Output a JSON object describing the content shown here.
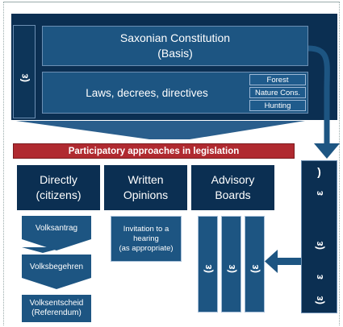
{
  "top": {
    "constitution_line1": "Saxonian Constitution",
    "constitution_line2": "(Basis)",
    "laws": "Laws, decrees, directives",
    "sidebar_text": "(ε",
    "tags": [
      "Forest",
      "Nature Cons.",
      "Hunting"
    ]
  },
  "participatory_banner": "Participatory approaches in legislation",
  "columns": {
    "directly": {
      "line1": "Directly",
      "line2": "(citizens)"
    },
    "written": {
      "line1": "Written",
      "line2": "Opinions"
    },
    "advisory": {
      "line1": "Advisory",
      "line2": "Boards"
    }
  },
  "directly_steps": [
    {
      "line1": "Volksantrag",
      "line2": ""
    },
    {
      "line1": "Volksbegehren",
      "line2": ""
    },
    {
      "line1": "Volksentscheid",
      "line2": "(Referendum)"
    }
  ],
  "written_box": {
    "line1": "Invitation to a",
    "line2": "hearing",
    "line3": "(as appropriate)"
  },
  "advisory_bars": [
    "(ε",
    "(ε",
    "(ε"
  ],
  "right_bar": {
    "glyphs": [
      ")",
      "ε",
      "(ε",
      "ε",
      "(ε"
    ]
  },
  "colors": {
    "dark": "#0b2f52",
    "blue": "#1d5582",
    "banner_red": "#b02a30",
    "arrow_fill": "#1d5582",
    "funnel": "#2a5e8c"
  }
}
